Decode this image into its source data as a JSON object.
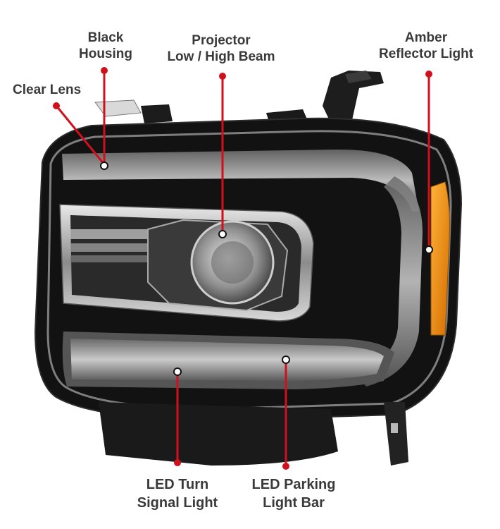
{
  "callouts": {
    "black_housing": [
      "Black",
      "Housing"
    ],
    "projector": [
      "Projector",
      "Low / High Beam"
    ],
    "amber_reflector": [
      "Amber",
      "Reflector Light"
    ],
    "clear_lens": "Clear Lens",
    "led_turn_signal": [
      "LED Turn",
      "Signal Light"
    ],
    "led_parking_bar": [
      "LED Parking",
      "Light Bar"
    ]
  },
  "colors": {
    "callout_line": "#d0101c",
    "label_text": "#3a3a3a",
    "amber_lens": "#f0900a",
    "housing": "#111111"
  }
}
